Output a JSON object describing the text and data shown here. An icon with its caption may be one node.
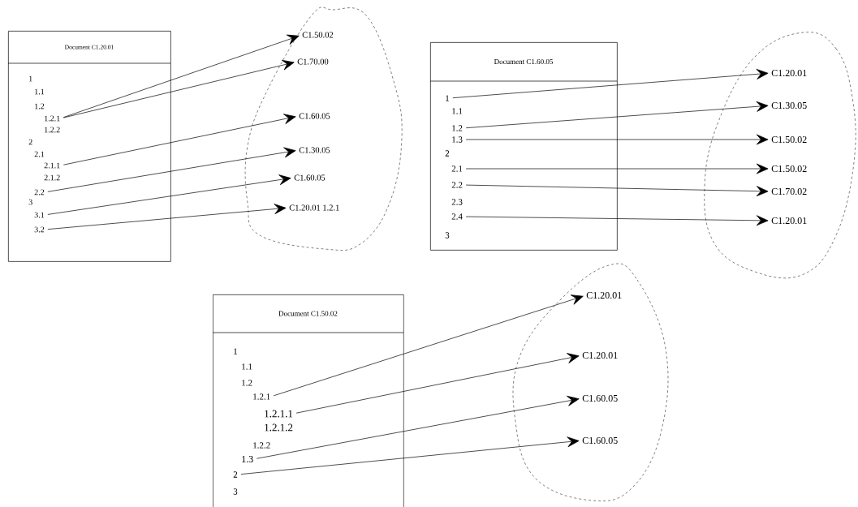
{
  "diagram": {
    "nodes": [
      {
        "text": [
          "Document C1.20.01"
        ]
      },
      {
        "text": [
          "1"
        ],
        "in": 0
      },
      {
        "text": [
          "1.1"
        ],
        "in": 0
      },
      {
        "text": [
          "1.2"
        ],
        "in": 0
      },
      {
        "text": [
          "1.2.1"
        ],
        "in": 0
      },
      {
        "text": [
          "1.2.2"
        ],
        "in": 0
      },
      {
        "text": [
          "2"
        ],
        "in": 0
      },
      {
        "text": [
          "2.1"
        ],
        "in": 0
      },
      {
        "text": [
          "2.1.1"
        ],
        "in": 0
      },
      {
        "text": [
          "2.1.2"
        ],
        "in": 0
      },
      {
        "text": [
          "2.2"
        ],
        "in": 0
      },
      {
        "text": [
          "3"
        ],
        "in": 0
      },
      {
        "text": [
          "3.1"
        ],
        "in": 0
      },
      {
        "text": [
          "3.2"
        ],
        "in": 0
      },
      {
        "text": [],
        "shape": "cloud"
      },
      {
        "text": [
          "C1.50.02"
        ],
        "in": 14
      },
      {
        "text": [
          "C1.70.00"
        ],
        "in": 14
      },
      {
        "text": [
          "C1.60.05"
        ],
        "in": 14
      },
      {
        "text": [
          "C1.30.05"
        ],
        "in": 14
      },
      {
        "text": [
          "C1.60.05"
        ],
        "in": 14
      },
      {
        "text": [
          "C1.20.01 1.2.1"
        ],
        "in": 14
      },
      {
        "text": [
          "Document C1.60.05"
        ]
      },
      {
        "text": [
          "1"
        ],
        "in": 21
      },
      {
        "text": [
          "1.1"
        ],
        "in": 21
      },
      {
        "text": [
          "1.2"
        ],
        "in": 21
      },
      {
        "text": [
          "1.3"
        ],
        "in": 21
      },
      {
        "text": [
          "2"
        ],
        "in": 21
      },
      {
        "text": [
          "2.1"
        ],
        "in": 21
      },
      {
        "text": [
          "2.2"
        ],
        "in": 21
      },
      {
        "text": [
          "2.3"
        ],
        "in": 21
      },
      {
        "text": [
          "2.4"
        ],
        "in": 21
      },
      {
        "text": [
          "3"
        ],
        "in": 21
      },
      {
        "text": [],
        "shape": "cloud"
      },
      {
        "text": [
          "C1.20.01"
        ],
        "in": 32
      },
      {
        "text": [
          "C1.30.05"
        ],
        "in": 32
      },
      {
        "text": [
          "C1.50.02"
        ],
        "in": 32
      },
      {
        "text": [
          "C1.50.02"
        ],
        "in": 32
      },
      {
        "text": [
          "C1.70.02"
        ],
        "in": 32
      },
      {
        "text": [
          "C1.20.01"
        ],
        "in": 32
      },
      {
        "text": [
          "Document C1.50.02"
        ]
      },
      {
        "text": [
          "1"
        ],
        "in": 39
      },
      {
        "text": [
          "1.1"
        ],
        "in": 39
      },
      {
        "text": [
          "1.2"
        ],
        "in": 39
      },
      {
        "text": [
          "1.2.1"
        ],
        "in": 39
      },
      {
        "text": [
          "1.2.1.1"
        ],
        "in": 39
      },
      {
        "text": [
          "1.2.1.2"
        ],
        "in": 39
      },
      {
        "text": [
          "1.2.2"
        ],
        "in": 39
      },
      {
        "text": [
          "1.3"
        ],
        "in": 39
      },
      {
        "text": [
          "2"
        ],
        "in": 39
      },
      {
        "text": [
          "3"
        ],
        "in": 39
      },
      {
        "text": [],
        "shape": "cloud"
      },
      {
        "text": [
          "C1.20.01"
        ],
        "in": 50
      },
      {
        "text": [
          "C1.20.01"
        ],
        "in": 50
      },
      {
        "text": [
          "C1.60.05"
        ],
        "in": 50
      },
      {
        "text": [
          "C1.60.05"
        ],
        "in": 50
      }
    ],
    "edges": [
      {
        "from": 4,
        "to": 15,
        "arrow": "to"
      },
      {
        "from": 4,
        "to": 16,
        "arrow": "to"
      },
      {
        "from": 8,
        "to": 17,
        "arrow": "to"
      },
      {
        "from": 10,
        "to": 18,
        "arrow": "to"
      },
      {
        "from": 12,
        "to": 19,
        "arrow": "to"
      },
      {
        "from": 13,
        "to": 20,
        "arrow": "to"
      },
      {
        "from": 22,
        "to": 33,
        "arrow": "to"
      },
      {
        "from": 24,
        "to": 34,
        "arrow": "to"
      },
      {
        "from": 25,
        "to": 35,
        "arrow": "to"
      },
      {
        "from": 27,
        "to": 36,
        "arrow": "to"
      },
      {
        "from": 28,
        "to": 37,
        "arrow": "to"
      },
      {
        "from": 30,
        "to": 38,
        "arrow": "to"
      },
      {
        "from": 43,
        "to": 51,
        "arrow": "to"
      },
      {
        "from": 44,
        "to": 52,
        "arrow": "to"
      },
      {
        "from": 47,
        "to": 53,
        "arrow": "to"
      },
      {
        "from": 48,
        "to": 54,
        "arrow": "to"
      }
    ]
  }
}
